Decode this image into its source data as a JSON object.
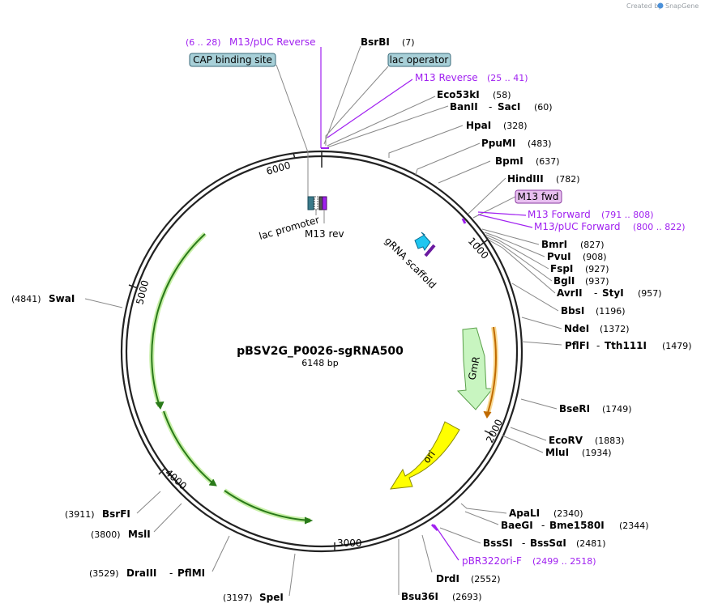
{
  "credit": {
    "text": "Created by",
    "brand": "SnapGene"
  },
  "plasmid": {
    "name": "pBSV2G_P0026-sgRNA500",
    "size": "6148 bp"
  },
  "ticks": [
    "1000",
    "2000",
    "3000",
    "4000",
    "5000",
    "6000"
  ],
  "boxes": {
    "cap": "CAP binding site",
    "lacop": "lac operator",
    "m13fwd": "M13 fwd"
  },
  "features": {
    "lac_promoter": "lac promoter",
    "m13_rev": "M13 rev",
    "grna": "gRNA scaffold",
    "gmr": "GmR",
    "ori": "ori"
  },
  "primers": {
    "m13puc_rev": {
      "range": "(6 .. 28)",
      "name": "M13/pUC Reverse"
    },
    "m13_reverse": {
      "name": "M13 Reverse",
      "range": "(25 .. 41)"
    },
    "m13_forward": {
      "name": "M13 Forward",
      "range": "(791 .. 808)"
    },
    "m13puc_fwd": {
      "name": "M13/pUC Forward",
      "range": "(800 .. 822)"
    },
    "pbr322": {
      "name": "pBR322ori-F",
      "range": "(2499 .. 2518)"
    }
  },
  "sites_right": {
    "bsrbi": {
      "name": "BsrBI",
      "pos": "(7)"
    },
    "eco53ki": {
      "name": "Eco53kI",
      "pos": "(58)"
    },
    "banii": {
      "name": "BanII",
      "sep": "-",
      "name2": "SacI",
      "pos": "(60)"
    },
    "hpai": {
      "name": "HpaI",
      "pos": "(328)"
    },
    "ppumi": {
      "name": "PpuMI",
      "pos": "(483)"
    },
    "bpmi": {
      "name": "BpmI",
      "pos": "(637)"
    },
    "hindiii": {
      "name": "HindIII",
      "pos": "(782)"
    },
    "bmri": {
      "name": "BmrI",
      "pos": "(827)"
    },
    "pvui": {
      "name": "PvuI",
      "pos": "(908)"
    },
    "fspi": {
      "name": "FspI",
      "pos": "(927)"
    },
    "bgli": {
      "name": "BglI",
      "pos": "(937)"
    },
    "avrii": {
      "name": "AvrII",
      "sep": "-",
      "name2": "StyI",
      "pos": "(957)"
    },
    "bbsi": {
      "name": "BbsI",
      "pos": "(1196)"
    },
    "ndei": {
      "name": "NdeI",
      "pos": "(1372)"
    },
    "pflfi": {
      "name": "PflFI",
      "sep": "-",
      "name2": "Tth111I",
      "pos": "(1479)"
    },
    "bseri": {
      "name": "BseRI",
      "pos": "(1749)"
    },
    "ecorv": {
      "name": "EcoRV",
      "pos": "(1883)"
    },
    "mlui": {
      "name": "MluI",
      "pos": "(1934)"
    },
    "apali": {
      "name": "ApaLI",
      "pos": "(2340)"
    },
    "baegi": {
      "name": "BaeGI",
      "sep": "-",
      "name2": "Bme1580I",
      "pos": "(2344)"
    },
    "bsssi": {
      "name": "BssSI",
      "sep": "-",
      "name2": "BssSαI",
      "pos": "(2481)"
    },
    "drdi": {
      "name": "DrdI",
      "pos": "(2552)"
    },
    "bsu36i": {
      "name": "Bsu36I",
      "pos": "(2693)"
    }
  },
  "sites_left": {
    "swai": {
      "name": "SwaI",
      "pos": "(4841)"
    },
    "bsrfi": {
      "name": "BsrFI",
      "pos": "(3911)"
    },
    "msli": {
      "name": "MslI",
      "pos": "(3800)"
    },
    "draiii": {
      "name": "DraIII",
      "sep": "-",
      "name2": "PflMI",
      "pos": "(3529)"
    },
    "spei": {
      "name": "SpeI",
      "pos": "(3197)"
    }
  },
  "colors": {
    "backbone": "#222222",
    "primer": "#a020f0",
    "gmr_fill": "#c8f5c0",
    "gmr_stroke": "#5aa04a",
    "ori_fill": "#ffff00",
    "ori_stroke": "#888800",
    "grna": "#1ec6f0",
    "lac_promoter": "#3a7a8a",
    "box_fill": "#a8d0d8",
    "m13fwd_fill": "#e8c0f0",
    "orf_green": "#2a7a1a",
    "orf_green_glow": "#c8f0a8",
    "orf_orange": "#c06a00",
    "orf_orange_glow": "#f8d890"
  }
}
